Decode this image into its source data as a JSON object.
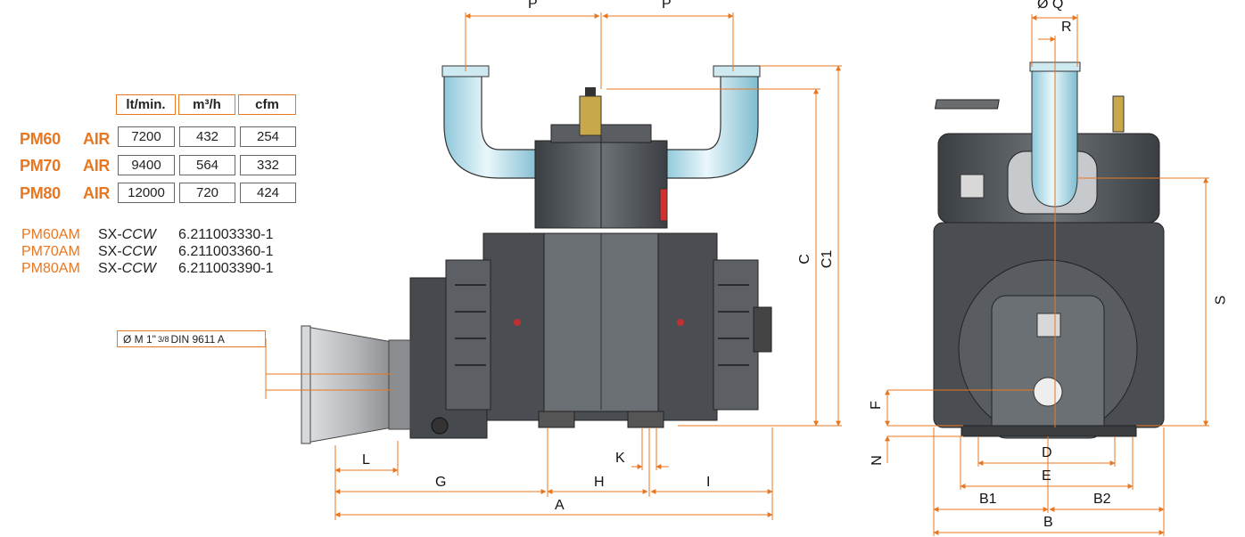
{
  "table": {
    "headers": [
      "lt/min.",
      "m³/h",
      "cfm"
    ],
    "rows": [
      {
        "model": "PM60",
        "type": "AIR",
        "values": [
          "7200",
          "432",
          "254"
        ]
      },
      {
        "model": "PM70",
        "type": "AIR",
        "values": [
          "9400",
          "564",
          "332"
        ]
      },
      {
        "model": "PM80",
        "type": "AIR",
        "values": [
          "12000",
          "720",
          "424"
        ]
      }
    ]
  },
  "codes": [
    {
      "model": "PM60AM",
      "rotation_prefix": "SX-",
      "rotation": "CCW",
      "part": "6.211003330-1"
    },
    {
      "model": "PM70AM",
      "rotation_prefix": "SX-",
      "rotation": "CCW",
      "part": "6.211003360-1"
    },
    {
      "model": "PM80AM",
      "rotation_prefix": "SX-",
      "rotation": "CCW",
      "part": "6.211003390-1"
    }
  ],
  "shaft_label": {
    "prefix": "Ø M 1\"",
    "fraction": "3/8",
    "standard": "DIN 9611 A"
  },
  "dimensions": {
    "P_left": "P",
    "P_right": "P",
    "C": "C",
    "C1": "C1",
    "L": "L",
    "G": "G",
    "H": "H",
    "K": "K",
    "I": "I",
    "A": "A",
    "Q": "Ø Q",
    "R": "R",
    "S": "S",
    "F": "F",
    "N": "N",
    "D": "D",
    "E": "E",
    "B1": "B1",
    "B2": "B2",
    "B": "B"
  },
  "colors": {
    "accent": "#e87722",
    "pipe": "#bfe3ee",
    "body": "#4d5156",
    "body_light": "#7b8085",
    "outline": "#222222"
  }
}
